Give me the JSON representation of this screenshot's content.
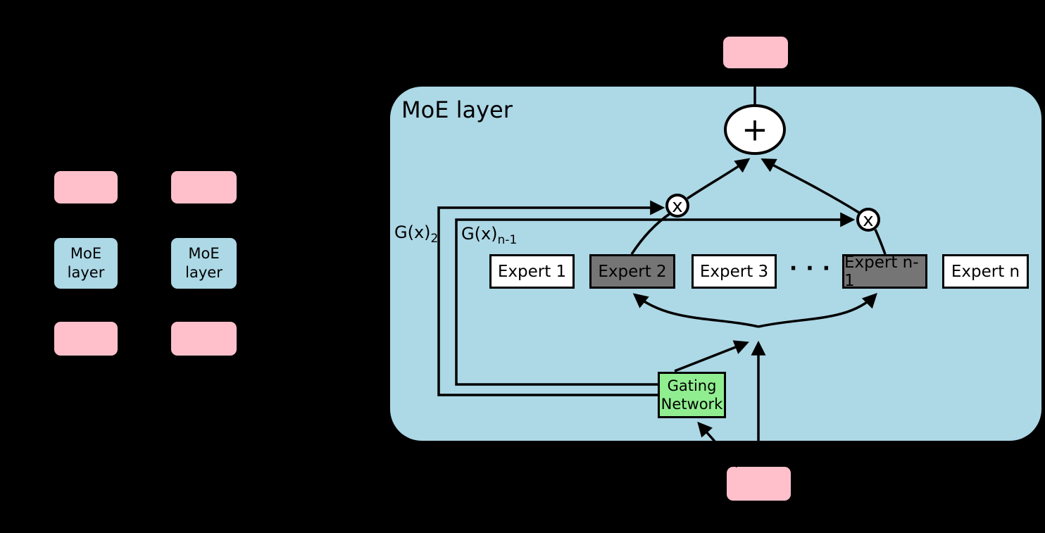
{
  "colors": {
    "background": "#000000",
    "io_box_pink": "#ffc0cb",
    "moe_blue": "#add8e6",
    "expert_white": "#ffffff",
    "expert_shaded_gray": "#757575",
    "gating_green": "#90ee90",
    "line_black": "#000000"
  },
  "stacked_model": {
    "columns": [
      {
        "moe_box": {
          "line1": "MoE",
          "line2": "layer"
        }
      },
      {
        "moe_box": {
          "line1": "MoE",
          "line2": "layer"
        }
      }
    ]
  },
  "moe_layer": {
    "title": "MoE layer",
    "experts": [
      {
        "label": "Expert 1",
        "state": "normal"
      },
      {
        "label": "Expert 2",
        "state": "shaded"
      },
      {
        "label": "Expert 3",
        "state": "normal"
      },
      {
        "label": "Expert n-1",
        "state": "shaded"
      },
      {
        "label": "Expert n",
        "state": "normal"
      }
    ],
    "ellipsis": "···",
    "gating_network": {
      "line1": "Gating",
      "line2": "Network"
    },
    "gate_weight_labels": [
      {
        "base": "G(x)",
        "sub": "2"
      },
      {
        "base": "G(x)",
        "sub": "n-1"
      }
    ],
    "operators": {
      "sum": "+",
      "multiply_left": "x",
      "multiply_right": "x"
    }
  }
}
